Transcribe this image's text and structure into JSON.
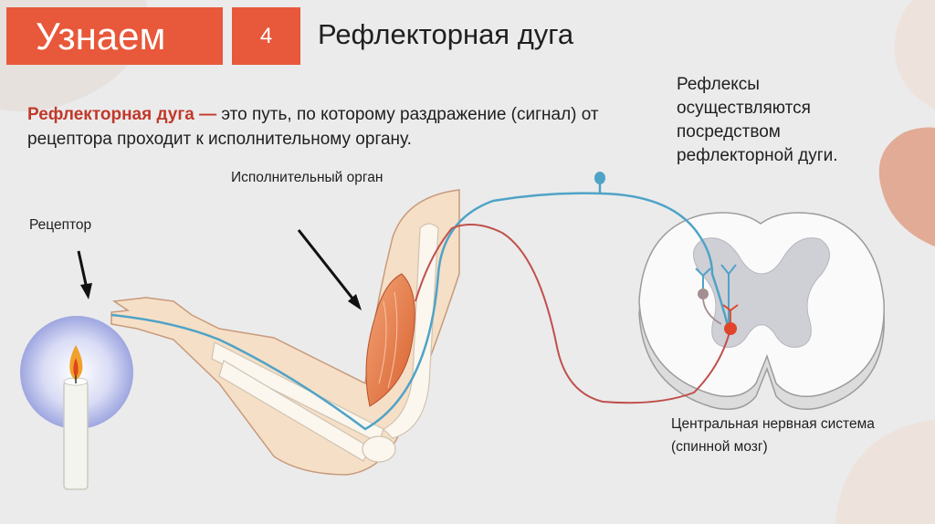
{
  "header": {
    "section_label": "Узнаем",
    "slide_number": "4",
    "title": "Рефлекторная дуга"
  },
  "definition": {
    "term": "Рефлекторная дуга —",
    "text": " это путь, по которому раздражение (сигнал) от рецептора проходит к исполнительному органу."
  },
  "side_note": "Рефлексы осуществляются посредством рефлекторной дуги.",
  "labels": {
    "effector": "Исполнительный орган",
    "receptor": "Рецептор",
    "cns": "Центральная нервная система (спинной мозг)"
  },
  "colors": {
    "accent": "#e8583a",
    "term": "#c0392b",
    "sensory_nerve": "#4fa3c7",
    "motor_nerve": "#c0504d",
    "background": "#ebebeb"
  }
}
